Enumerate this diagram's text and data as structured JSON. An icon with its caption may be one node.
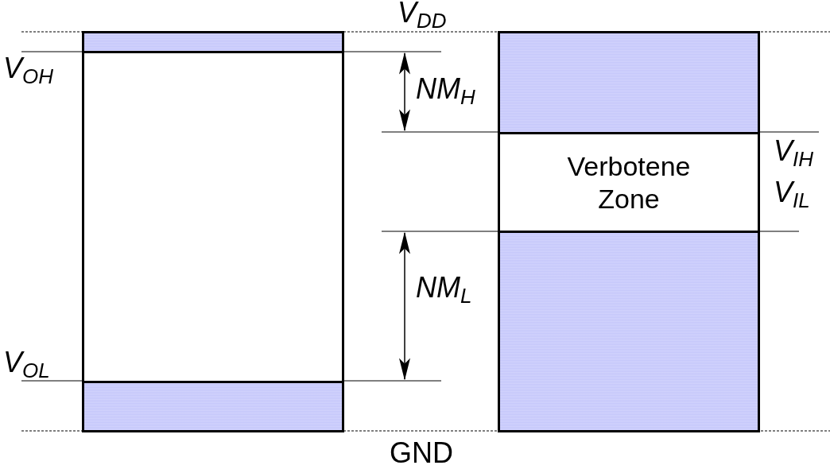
{
  "diagram": {
    "nodes": [
      {
        "text": [],
        "shape": "bar"
      },
      {
        "text": [],
        "shape": "box"
      },
      {
        "text": [],
        "shape": "bar"
      },
      {
        "text": [],
        "shape": "bar"
      },
      {
        "text": [
          "Verbotene Zone"
        ]
      },
      {
        "text": [],
        "shape": "bar"
      }
    ],
    "labels": [
      "V$_{DD}$",
      "V$_{OH}$",
      "NM$_{H}$",
      "V$_{IH}$",
      "V$_{IL}$",
      "NM$_{L}$",
      "V$_{OL}$",
      "GND"
    ]
  }
}
